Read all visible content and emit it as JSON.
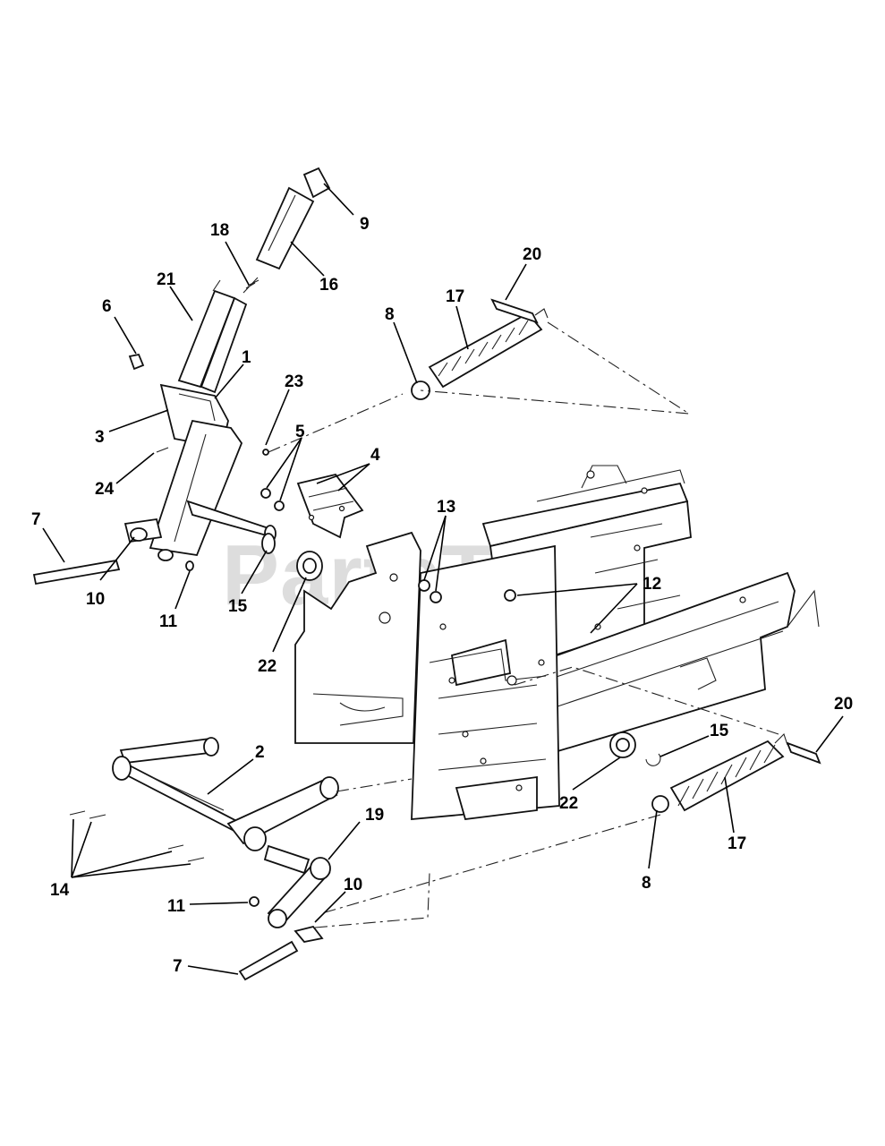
{
  "watermark": {
    "text": "PartsTree",
    "tm": "™"
  },
  "callouts": {
    "c1": "1",
    "c2": "2",
    "c3": "3",
    "c4": "4",
    "c5": "5",
    "c6": "6",
    "c7a": "7",
    "c7b": "7",
    "c8a": "8",
    "c8b": "8",
    "c9": "9",
    "c10a": "10",
    "c10b": "10",
    "c11a": "11",
    "c11b": "11",
    "c12": "12",
    "c13": "13",
    "c14": "14",
    "c15a": "15",
    "c15b": "15",
    "c16": "16",
    "c17a": "17",
    "c17b": "17",
    "c18": "18",
    "c19": "19",
    "c20a": "20",
    "c20b": "20",
    "c21": "21",
    "c22a": "22",
    "c22b": "22",
    "c23": "23",
    "c24": "24"
  }
}
